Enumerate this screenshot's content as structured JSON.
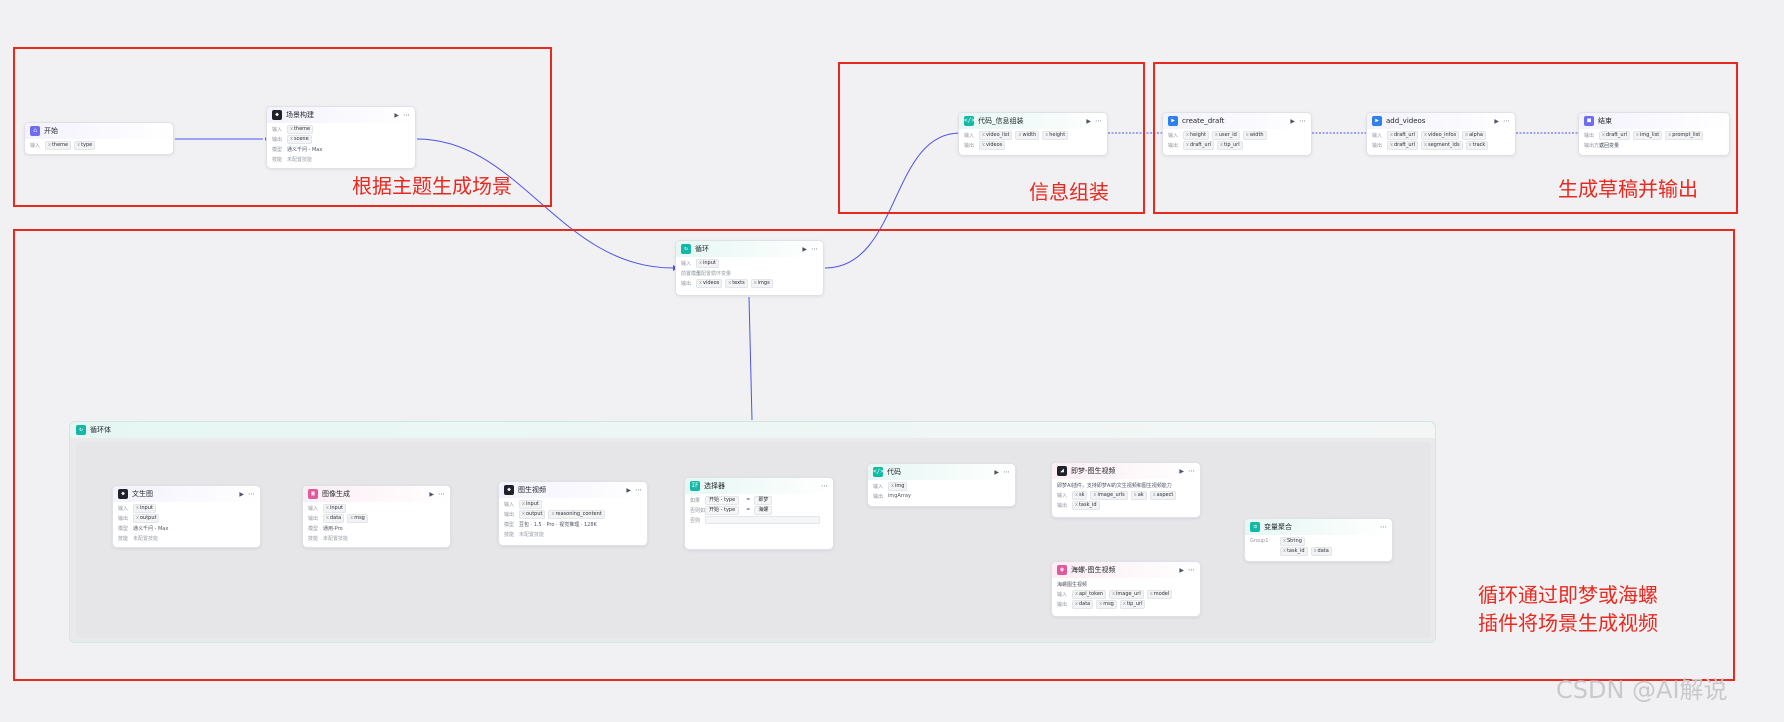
{
  "colors": {
    "region_border": "#e8291f",
    "edge": "#4d53e8",
    "canvas": "#f1f1f3"
  },
  "annotations": {
    "scene": "根据主题生成场景",
    "assemble": "信息组装",
    "output": "生成草稿并输出",
    "loop_line1": "循环通过即梦或海螺",
    "loop_line2": "插件将场景生成视频"
  },
  "watermark": "CSDN @AI解说",
  "row_labels": {
    "input": "输入",
    "output": "输出",
    "model": "模型",
    "skill": "技能",
    "method": "输出方式",
    "filter": "前置模型",
    "if": "如果",
    "elseif": "否则如果",
    "else": "否则"
  },
  "nodes": {
    "start": {
      "title": "开始",
      "icon": "home-icon",
      "outputs": [
        "theme",
        "type"
      ]
    },
    "scene": {
      "title": "场景构建",
      "icon": "model-icon",
      "inputs": [
        "theme"
      ],
      "outputs": [
        "scene"
      ],
      "model": "通义千问 - Max",
      "skill": "未配置技能"
    },
    "loop": {
      "title": "循环",
      "icon": "loop-icon",
      "inputs": [
        "input"
      ],
      "loop_var": "未配置循环变量",
      "outputs": [
        "videos",
        "texts",
        "imgs"
      ]
    },
    "code_info": {
      "title": "代码_信息组装",
      "icon": "code-icon",
      "inputs": [
        "video_list",
        "width",
        "height"
      ],
      "outputs": [
        "videos"
      ]
    },
    "create_draft": {
      "title": "create_draft",
      "icon": "plugin-icon",
      "inputs": [
        "height",
        "user_id",
        "width"
      ],
      "outputs": [
        "draft_url",
        "tip_url"
      ]
    },
    "add_videos": {
      "title": "add_videos",
      "icon": "plugin-icon",
      "inputs": [
        "draft_url",
        "video_infos",
        "alpha"
      ],
      "outputs": [
        "draft_url",
        "segment_ids",
        "track"
      ]
    },
    "end": {
      "title": "结束",
      "icon": "end-icon",
      "outputs": [
        "draft_url",
        "img_list",
        "prompt_list"
      ],
      "method": "返回变量"
    },
    "loop_body": {
      "title": "循环体"
    },
    "text2img": {
      "title": "文生图",
      "icon": "model-icon",
      "inputs": [
        "input"
      ],
      "outputs": [
        "output"
      ],
      "model": "通义千问 - Max",
      "skill": "未配置技能"
    },
    "imggen": {
      "title": "图像生成",
      "icon": "image-icon",
      "inputs": [
        "input"
      ],
      "outputs": [
        "data",
        "msg"
      ],
      "model": "通用-Pro",
      "skill": "未配置技能"
    },
    "img2video": {
      "title": "图生视频",
      "icon": "model-icon",
      "inputs": [
        "input"
      ],
      "outputs": [
        "output",
        "reasoning_content"
      ],
      "model": "豆包 · 1.5 · Pro · 视觉推理 · 128K",
      "skill": "未配置技能"
    },
    "selector": {
      "title": "选择器",
      "icon": "if-icon",
      "if_left": "开始 - type",
      "if_op": "=",
      "if_right": "即梦",
      "elif_left": "开始 - type",
      "elif_op": "=",
      "elif_right": "海螺"
    },
    "code2": {
      "title": "代码",
      "icon": "code-icon",
      "inputs": [
        "img"
      ],
      "outputs": [
        "imgArray"
      ]
    },
    "jimeng": {
      "title": "即梦-图生视频",
      "icon": "plugin-icon",
      "desc": "即梦AI插件，支持即梦AI的文生视频和图生视频能力",
      "inputs": [
        "sk",
        "image_urls",
        "ak",
        "aspect"
      ],
      "outputs": [
        "task_id"
      ]
    },
    "hailuo": {
      "title": "海螺-图生视频",
      "icon": "plugin-icon",
      "desc": "海螺图生视频",
      "inputs": [
        "api_token",
        "image_url",
        "model"
      ],
      "outputs": [
        "data",
        "msg",
        "tip_url"
      ]
    },
    "aggregate": {
      "title": "变量聚合",
      "icon": "merge-icon",
      "group": "Group1",
      "vars": [
        "String",
        "task_id",
        "data"
      ]
    }
  }
}
